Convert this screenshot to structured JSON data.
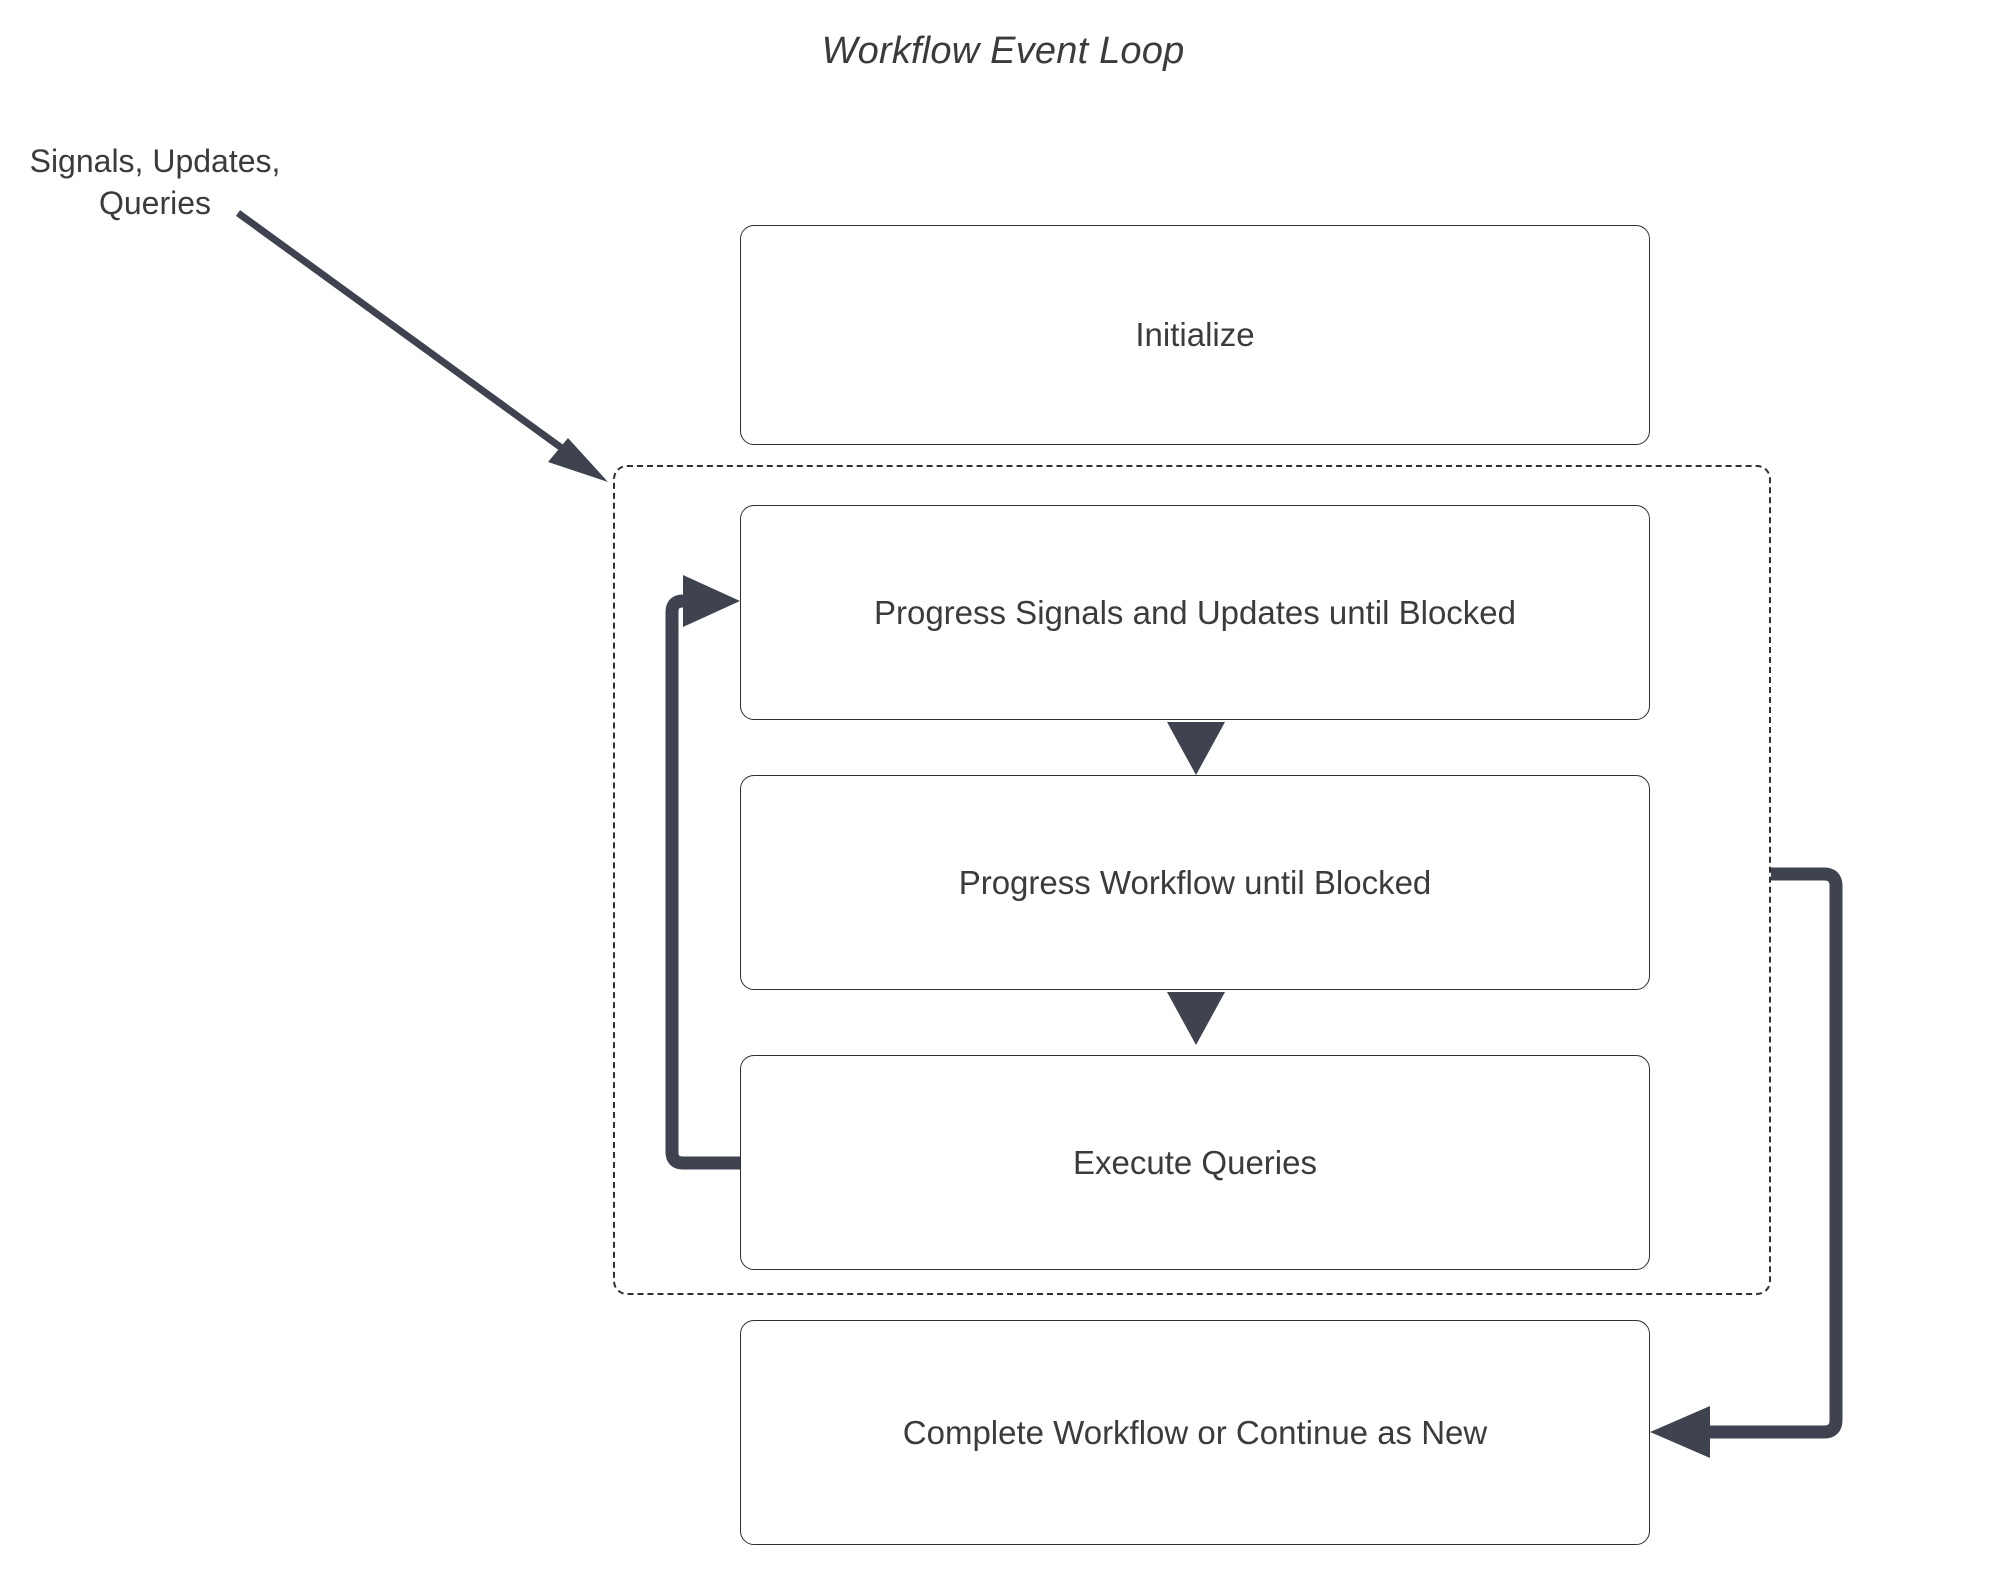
{
  "diagram": {
    "title": "Workflow Event Loop",
    "type": "flowchart",
    "external_label": {
      "line1": "Signals, Updates,",
      "line2": "Queries"
    },
    "nodes": [
      {
        "id": "initialize",
        "label": "Initialize"
      },
      {
        "id": "progress-signals-updates",
        "label": "Progress Signals and Updates until Blocked"
      },
      {
        "id": "progress-workflow",
        "label": "Progress Workflow until Blocked"
      },
      {
        "id": "execute-queries",
        "label": "Execute Queries"
      },
      {
        "id": "complete-workflow",
        "label": "Complete Workflow or Continue as New"
      }
    ],
    "group": {
      "id": "event-loop-group",
      "style": "dashed",
      "members": [
        "progress-signals-updates",
        "progress-workflow",
        "execute-queries"
      ]
    },
    "edges": [
      {
        "from": "signals-updates-queries-label",
        "to": "event-loop-group",
        "style": "thin-diagonal"
      },
      {
        "from": "progress-signals-updates",
        "to": "progress-workflow",
        "style": "thin-vertical"
      },
      {
        "from": "progress-workflow",
        "to": "execute-queries",
        "style": "thin-vertical"
      },
      {
        "from": "execute-queries",
        "to": "progress-signals-updates",
        "style": "thick-loop-left"
      },
      {
        "from": "event-loop-group",
        "to": "complete-workflow",
        "style": "thick-loop-right"
      }
    ],
    "colors": {
      "stroke": "#2f2f33",
      "arrow": "#3e434f",
      "text": "#3b3b3b",
      "background": "#ffffff"
    }
  }
}
